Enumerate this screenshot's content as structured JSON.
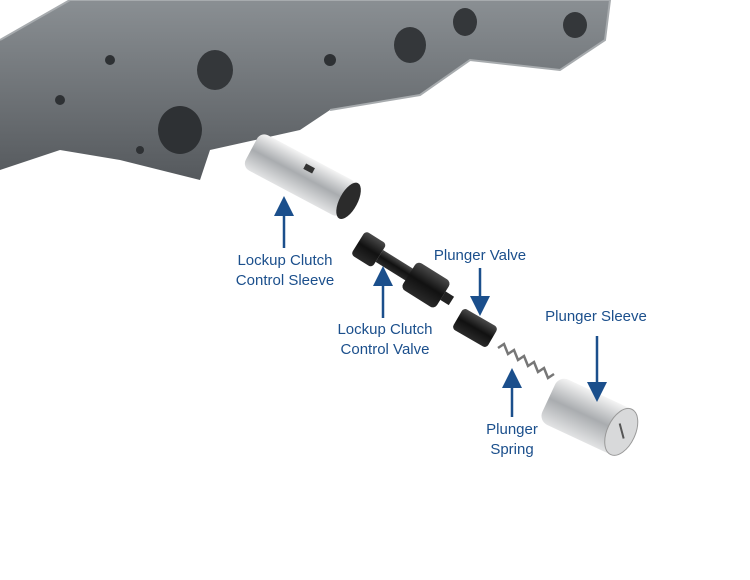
{
  "labels": {
    "lockup_sleeve": [
      "Lockup Clutch",
      "Control Sleeve"
    ],
    "lockup_valve": [
      "Lockup Clutch",
      "Control Valve"
    ],
    "plunger_valve": "Plunger Valve",
    "plunger_sleeve": "Plunger Sleeve",
    "plunger_spring": [
      "Plunger",
      "Spring"
    ]
  },
  "colors": {
    "label": "#1b4f8c",
    "arrow": "#1b4f8c",
    "casting": "#6f7478"
  }
}
